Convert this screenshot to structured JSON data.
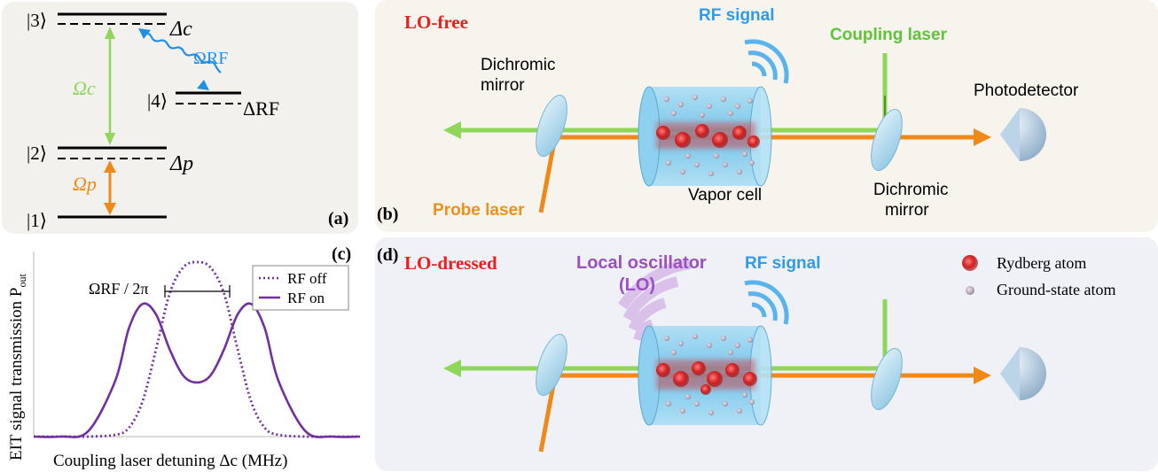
{
  "panel_a": {
    "tag": "(a)",
    "levels": [
      "|3⟩",
      "|4⟩",
      "|2⟩",
      "|1⟩"
    ],
    "detunings": {
      "d3": "Δc",
      "d4": "ΔRF",
      "d2": "Δp"
    },
    "rabi": {
      "coupling": "Ωc",
      "rf": "ΩRF",
      "probe": "Ωp"
    }
  },
  "panel_b": {
    "tag": "(b)",
    "mode_label": "LO-free",
    "rf_signal_label": "RF signal",
    "coupling_laser_label": "Coupling laser",
    "probe_laser_label": "Probe laser",
    "dichroic_left_label": [
      "Dichromic",
      "mirror"
    ],
    "dichroic_right_label": [
      "Dichromic",
      "mirror"
    ],
    "vapor_cell_label": "Vapor cell",
    "photodetector_label": "Photodetector"
  },
  "panel_c": {
    "tag": "(c)",
    "ylabel": "EIT signal transmission P",
    "ylabel_sub": "out",
    "xlabel": "Coupling laser detuning Δc (MHz)",
    "annotation": "ΩRF / 2π",
    "legend": [
      "RF off",
      "RF on"
    ]
  },
  "panel_d": {
    "tag": "(d)",
    "mode_label": "LO-dressed",
    "lo_label": [
      "Local oscillator",
      "(LO)"
    ],
    "rf_signal_label": "RF signal",
    "legend": [
      "Rydberg atom",
      "Ground-state atom"
    ]
  },
  "colors": {
    "red_label": "#e8201e",
    "blue_label": "#2f9bea",
    "green_label": "#5fc43a",
    "orange_label": "#f09019",
    "purple": "#7030a0",
    "lo_purple": "#9b4fc0",
    "coupling_green": "#8fd65a",
    "probe_orange": "#ef8a1a",
    "rf_blue": "#1f8fe8"
  },
  "chart_data": {
    "type": "line",
    "title": "",
    "xlabel": "Coupling laser detuning Δc (MHz)",
    "ylabel": "EIT signal transmission Pout",
    "x": [
      -6,
      -5,
      -4,
      -3,
      -2.5,
      -2,
      -1.5,
      -1,
      -0.5,
      0,
      0.5,
      1,
      1.5,
      2,
      2.5,
      3,
      4,
      5,
      6
    ],
    "series": [
      {
        "name": "RF off",
        "values": [
          0,
          0,
          0,
          0.01,
          0.05,
          0.2,
          0.5,
          0.82,
          0.97,
          1.0,
          0.97,
          0.82,
          0.5,
          0.2,
          0.05,
          0.01,
          0,
          0,
          0
        ]
      },
      {
        "name": "RF on",
        "values": [
          0,
          0,
          0.03,
          0.32,
          0.62,
          0.76,
          0.7,
          0.5,
          0.35,
          0.31,
          0.35,
          0.5,
          0.7,
          0.76,
          0.62,
          0.32,
          0.03,
          0,
          0
        ]
      }
    ],
    "grid": false,
    "legend_position": "top-right"
  }
}
